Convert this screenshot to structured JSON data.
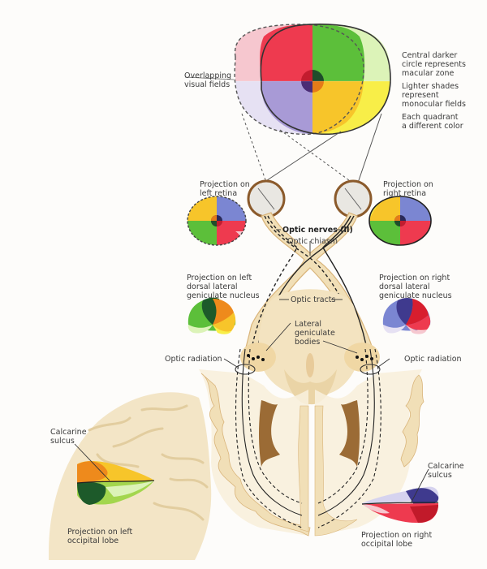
{
  "title": "Visual pathway and projection of visual fields",
  "colors": {
    "red": "#ee3a4f",
    "green": "#5cbf3a",
    "purple": "#a89ad6",
    "yellow": "#f7c52a",
    "light_red": "#f6c7cf",
    "light_green": "#dcf3b8",
    "light_purple": "#e6e1f3",
    "light_yellow": "#f8ee48",
    "dark_green": "#1d5a2a",
    "orange": "#ee8a1c",
    "navy": "#3f3a8e",
    "dark_red": "#d81e2e",
    "blue": "#7b86d2",
    "tissue": "#f1dfb7",
    "tissue_dark": "#d9b47a",
    "ventricle": "#9b6b35"
  },
  "labels": {
    "overlapping_fields": "Overlapping\nvisual fields",
    "note_macular": "Central darker\ncircle represents\nmacular zone",
    "note_lighter": "Lighter shades\nrepresent\nmonocular fields",
    "note_quadrant": "Each quadrant\na different color",
    "left_retina": "Projection on\nleft retina",
    "right_retina": "Projection on\nright retina",
    "optic_nerves": "Optic nerves (II)",
    "optic_chiasm": "Optic chiasm",
    "left_lgn": "Projection on left\ndorsal lateral\ngeniculate nucleus",
    "right_lgn": "Projection on right\ndorsal lateral\ngeniculate nucleus",
    "optic_tracts": "Optic tracts",
    "lateral_geniculate": "Lateral\ngeniculate\nbodies",
    "optic_radiation_left": "Optic radiation",
    "optic_radiation_right": "Optic radiation",
    "calcarine_left": "Calcarine\nsulcus",
    "calcarine_right": "Calcarine\nsulcus",
    "left_occipital": "Projection on left\noccipital lobe",
    "right_occipital": "Projection on right\noccipital lobe"
  }
}
